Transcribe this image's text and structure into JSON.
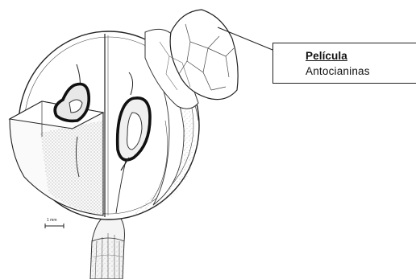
{
  "callout": {
    "title": "Película",
    "subtitle": "Antocianinas"
  },
  "scale_bar": {
    "label": "1 mm"
  }
}
